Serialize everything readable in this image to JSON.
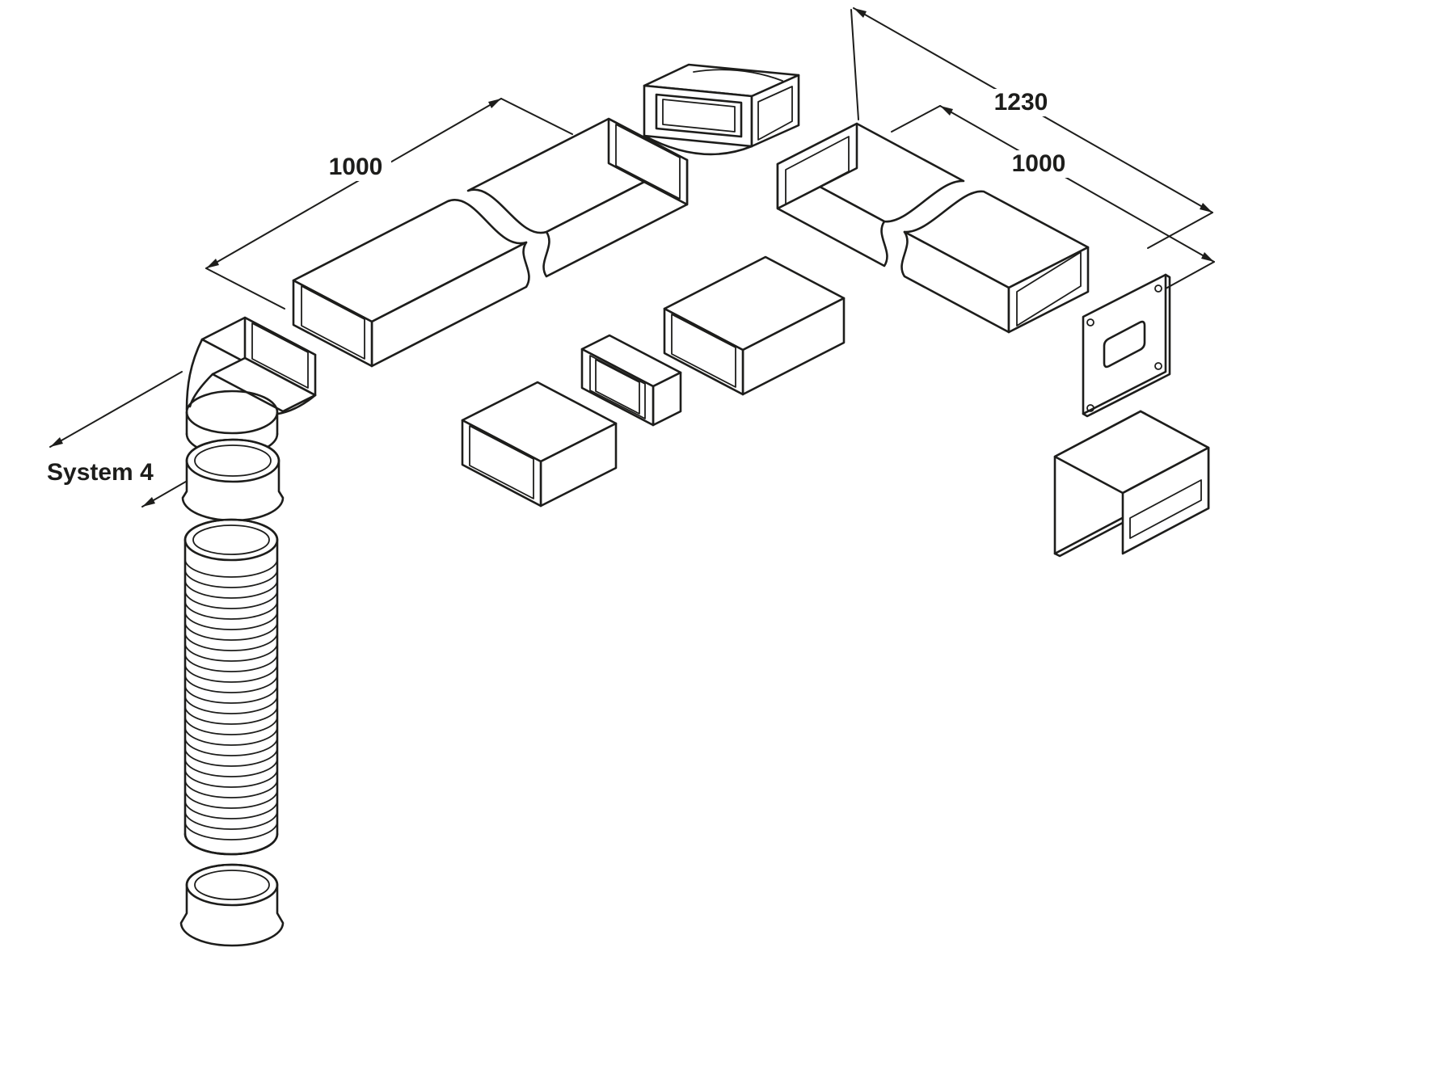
{
  "diagram": {
    "background": "#ffffff",
    "line_color": "#1d1d1b",
    "labels": {
      "system_name": "System 4",
      "left_run_length": "1000",
      "right_run_overall": "1230",
      "right_run_length": "1000"
    }
  }
}
